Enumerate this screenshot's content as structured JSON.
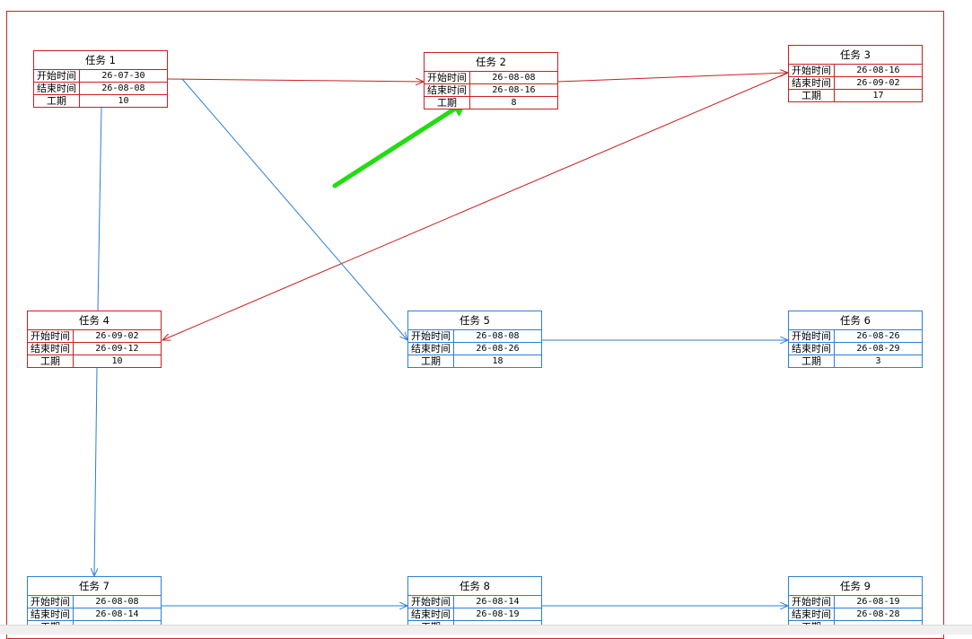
{
  "labels": {
    "start": "开始时间",
    "end": "结束时间",
    "duration": "工期"
  },
  "colors": {
    "critical": "#cc1f1f",
    "normal": "#2b7fd4",
    "pointer": "#22dd11"
  },
  "tasks": [
    {
      "title": "任务 1",
      "start": "26-07-30",
      "end": "26-08-08",
      "duration": "10",
      "style": "red"
    },
    {
      "title": "任务 2",
      "start": "26-08-08",
      "end": "26-08-16",
      "duration": "8",
      "style": "red"
    },
    {
      "title": "任务 3",
      "start": "26-08-16",
      "end": "26-09-02",
      "duration": "17",
      "style": "red"
    },
    {
      "title": "任务 4",
      "start": "26-09-02",
      "end": "26-09-12",
      "duration": "10",
      "style": "red"
    },
    {
      "title": "任务 5",
      "start": "26-08-08",
      "end": "26-08-26",
      "duration": "18",
      "style": "blue"
    },
    {
      "title": "任务 6",
      "start": "26-08-26",
      "end": "26-08-29",
      "duration": "3",
      "style": "blue"
    },
    {
      "title": "任务 7",
      "start": "26-08-08",
      "end": "26-08-14",
      "duration": "",
      "style": "blue"
    },
    {
      "title": "任务 8",
      "start": "26-08-14",
      "end": "26-08-19",
      "duration": "",
      "style": "blue"
    },
    {
      "title": "任务 9",
      "start": "26-08-19",
      "end": "26-08-28",
      "duration": "",
      "style": "blue"
    }
  ],
  "links": [
    {
      "from": "任务 1",
      "to": "任务 2",
      "style": "red"
    },
    {
      "from": "任务 2",
      "to": "任务 3",
      "style": "red"
    },
    {
      "from": "任务 3",
      "to": "任务 4",
      "style": "red"
    },
    {
      "from": "任务 1",
      "to": "任务 4",
      "style": "blue"
    },
    {
      "from": "任务 1",
      "to": "任务 5",
      "style": "blue"
    },
    {
      "from": "任务 5",
      "to": "任务 6",
      "style": "blue"
    },
    {
      "from": "任务 4",
      "to": "任务 7",
      "style": "blue"
    },
    {
      "from": "任务 7",
      "to": "任务 8",
      "style": "blue"
    },
    {
      "from": "任务 8",
      "to": "任务 9",
      "style": "blue"
    }
  ]
}
